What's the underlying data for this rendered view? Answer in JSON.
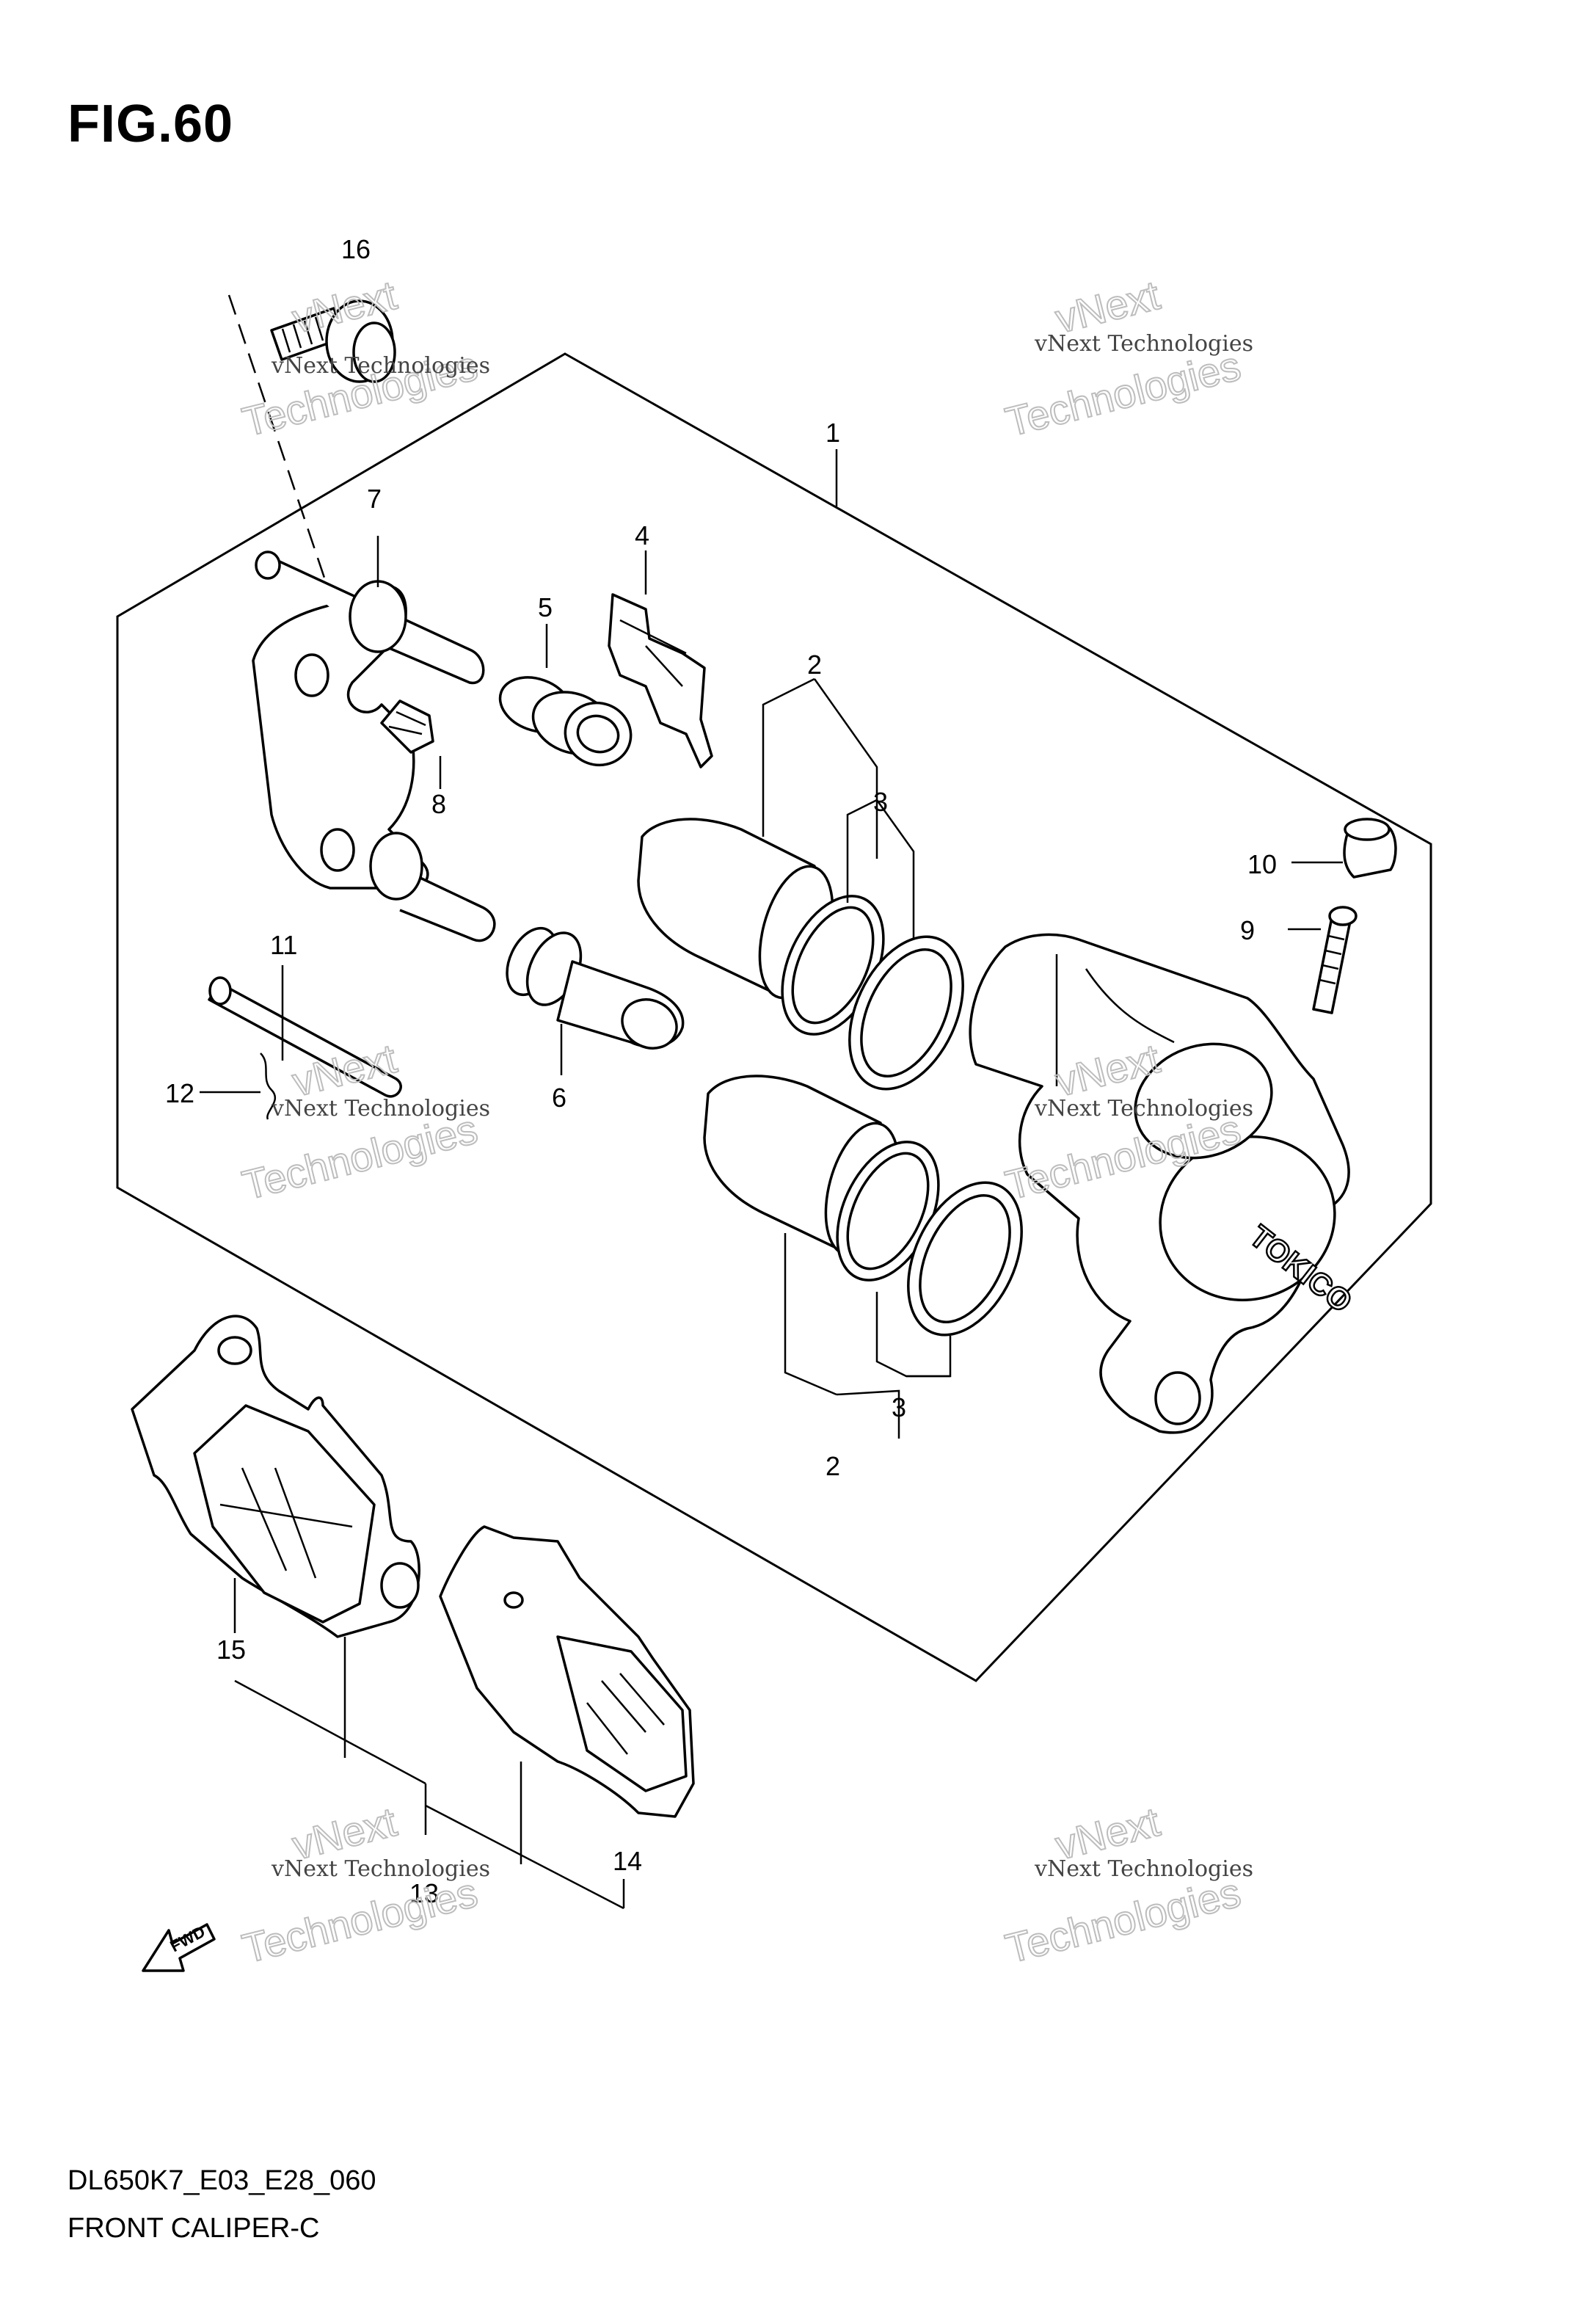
{
  "figure": {
    "title": "FIG.60",
    "model_code": "DL650K7_E03_E28_060",
    "diagram_name": "FRONT CALIPER-C"
  },
  "callouts": {
    "c1": "1",
    "c2a": "2",
    "c2b": "2",
    "c3a": "3",
    "c3b": "3",
    "c4": "4",
    "c5": "5",
    "c6": "6",
    "c7": "7",
    "c8": "8",
    "c9": "9",
    "c10": "10",
    "c11": "11",
    "c12": "12",
    "c13": "13",
    "c14": "14",
    "c15": "15",
    "c16": "16"
  },
  "fwd_label": "FWD",
  "watermark": {
    "line1": "vNext Technologies",
    "line2": "Technologies",
    "line0": "vNext"
  }
}
